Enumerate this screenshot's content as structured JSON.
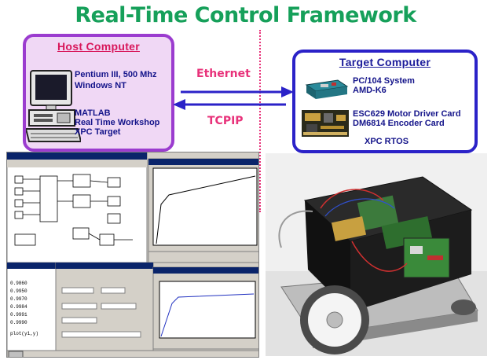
{
  "title": "Real-Time Control Framework",
  "host": {
    "heading": "Host Computer",
    "specs": [
      "Pentium III, 500 Mhz",
      "Windows NT",
      "MATLAB",
      "Real Time Workshop",
      "XPC Target"
    ]
  },
  "target": {
    "heading": "Target Computer",
    "specs": [
      "PC/104 System",
      "AMD-K6",
      "ESC629 Motor Driver Card",
      "DM6814 Encoder Card",
      "XPC RTOS"
    ]
  },
  "links": {
    "top_label": "Ethernet",
    "bottom_label": "TCPIP"
  },
  "colors": {
    "title": "#16a05a",
    "accent": "#e8327a",
    "arrow": "#2b22c8",
    "host_fill": "#f0d8f5"
  },
  "icons": [
    "desktop-computer-icon",
    "pc104-board-icon",
    "driver-card-icon"
  ]
}
